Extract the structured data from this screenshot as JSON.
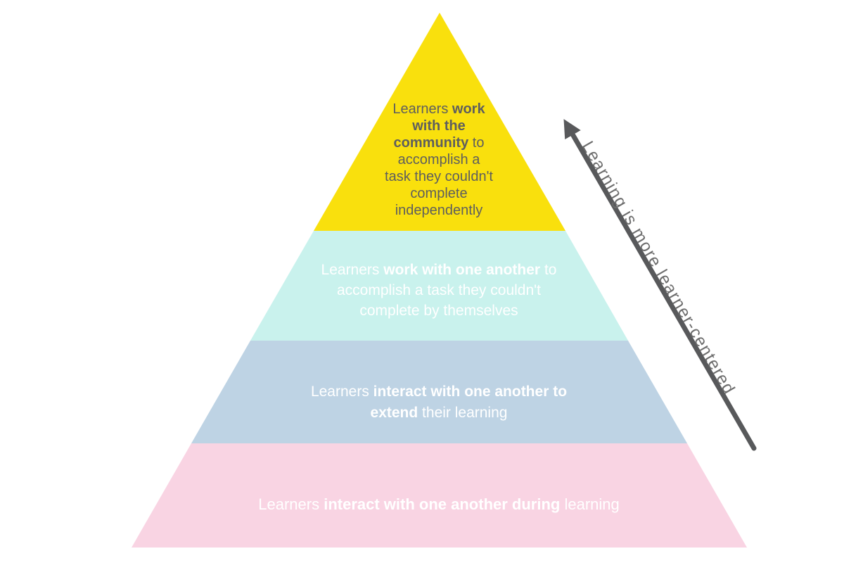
{
  "diagram": {
    "background": "#FFFFFF",
    "levels": [
      {
        "id": "level-4-top",
        "fill": "#F9E00D",
        "text_color": "#5E5E5E",
        "label": "Learners work with the community to accomplish a task they couldn't complete independently",
        "segments": [
          {
            "t": "Learners "
          },
          {
            "t": "work",
            "b": true
          },
          {
            "br": true
          },
          {
            "t": "with the",
            "b": true
          },
          {
            "br": true
          },
          {
            "t": "community",
            "b": true
          },
          {
            "t": " to"
          },
          {
            "br": true
          },
          {
            "t": "accomplish a"
          },
          {
            "br": true
          },
          {
            "t": "task they couldn't"
          },
          {
            "br": true
          },
          {
            "t": "complete"
          },
          {
            "br": true
          },
          {
            "t": "independently"
          }
        ]
      },
      {
        "id": "level-3",
        "fill": "#C9F2ED",
        "text_color": "#FFFFFF",
        "label": "Learners work with one another to accomplish a task they couldn't complete by themselves",
        "segments": [
          {
            "t": "Learners "
          },
          {
            "t": "work with one another",
            "b": true
          },
          {
            "t": " to"
          },
          {
            "br": true
          },
          {
            "t": "accomplish a task they couldn't"
          },
          {
            "br": true
          },
          {
            "t": "complete by themselves"
          }
        ]
      },
      {
        "id": "level-2",
        "fill": "#BED3E4",
        "text_color": "#FFFFFF",
        "label": "Learners interact with one another to extend their learning",
        "segments": [
          {
            "t": "Learners "
          },
          {
            "t": "interact with one another to",
            "b": true
          },
          {
            "br": true
          },
          {
            "t": "extend",
            "b": true
          },
          {
            "t": " their learning"
          }
        ]
      },
      {
        "id": "level-1-base",
        "fill": "#F9D4E3",
        "text_color": "#FFFFFF",
        "label": "Learners interact with one another during learning",
        "segments": [
          {
            "t": "Learners "
          },
          {
            "t": "interact with one another during",
            "b": true
          },
          {
            "t": " learning"
          }
        ]
      }
    ],
    "arrow": {
      "label": "Learning is more learner-centered",
      "color": "#58595B",
      "label_color": "#6D6D6D"
    }
  }
}
